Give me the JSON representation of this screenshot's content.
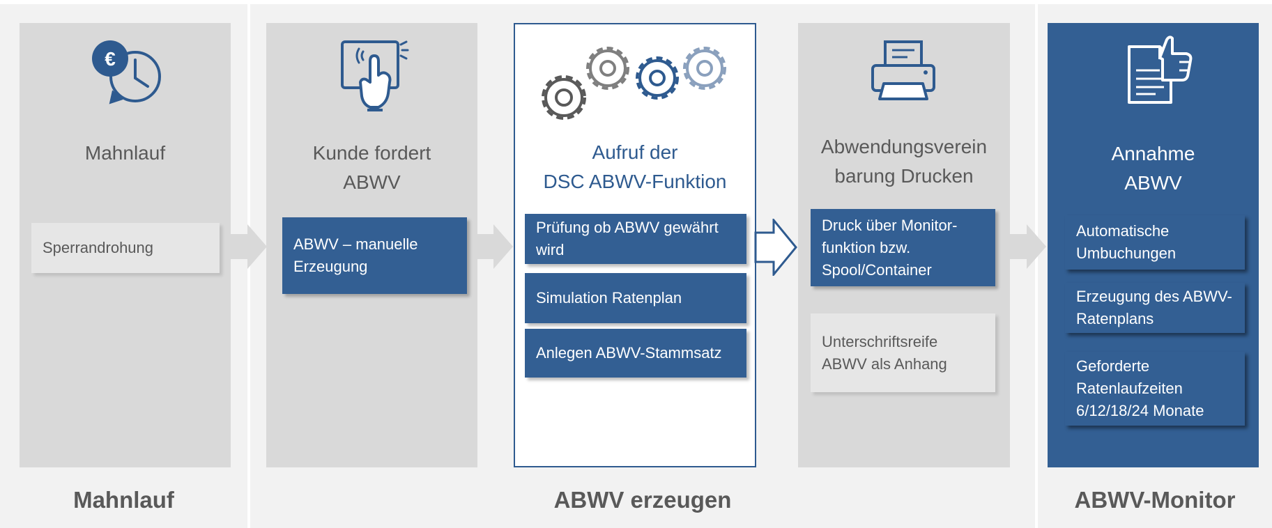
{
  "columns": {
    "mahnlauf": {
      "title": "Mahnlauf",
      "items": [
        "Sperrandrohung"
      ]
    },
    "kunde": {
      "title_line1": "Kunde fordert",
      "title_line2": "ABWV",
      "items": [
        "ABWV – manuelle Erzeugung"
      ]
    },
    "aufruf": {
      "title_line1": "Aufruf der",
      "title_line2": "DSC ABWV-Funktion",
      "items": [
        "Prüfung ob ABWV gewährt wird",
        "Simulation Ratenplan",
        "Anlegen ABWV-Stammsatz"
      ]
    },
    "drucken": {
      "title_line1": "Abwendungsverein",
      "title_line2": "barung Drucken",
      "items": [
        "Druck über Monitor-funktion bzw. Spool/Container",
        "Unterschriftsreife ABWV als Anhang"
      ]
    },
    "annahme": {
      "title_line1": "Annahme",
      "title_line2": "ABWV",
      "items": [
        "Automatische Umbuchungen",
        "Erzeugung des ABWV-Ratenplans",
        "Geforderte Ratenlaufzeiten 6/12/18/24 Monate"
      ]
    }
  },
  "sections": {
    "mahnlauf": "Mahnlauf",
    "erzeugen": "ABWV erzeugen",
    "monitor": "ABWV-Monitor"
  },
  "colors": {
    "dark_blue": "#335f93",
    "column_gray": "#d9d9d9",
    "section_bg": "#f2f2f2",
    "text_gray": "#595959"
  },
  "icons": [
    "euro-clock-icon",
    "touch-screen-icon",
    "gears-icon",
    "printer-icon",
    "document-thumbs-up-icon"
  ]
}
